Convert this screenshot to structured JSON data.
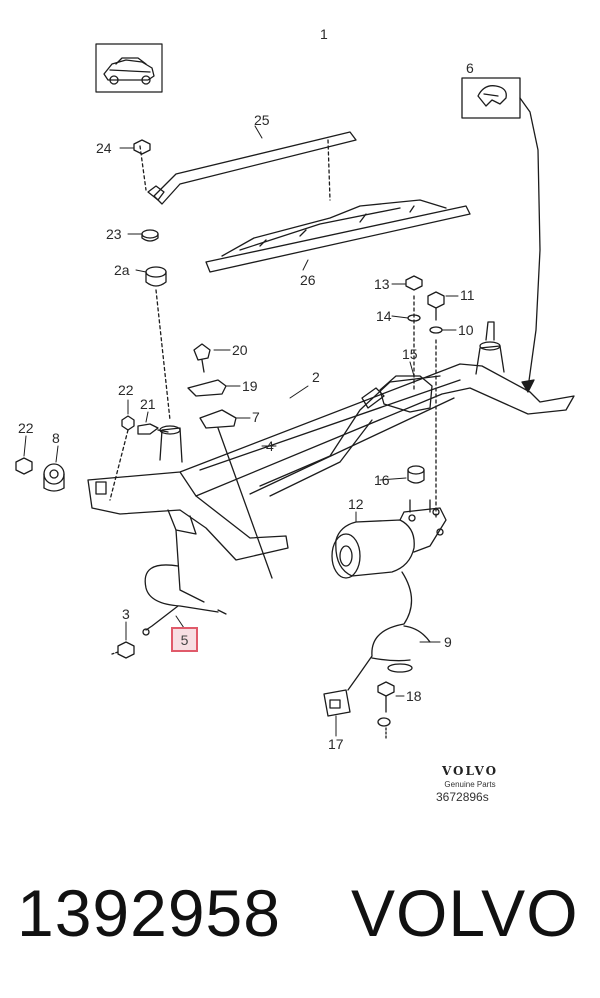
{
  "diagram": {
    "callouts": {
      "c1": "1",
      "c6": "6",
      "c25": "25",
      "c24": "24",
      "c23": "23",
      "c2a": "2a",
      "c26": "26",
      "c13": "13",
      "c11": "11",
      "c14": "14",
      "c10": "10",
      "c20": "20",
      "c15": "15",
      "c2": "2",
      "c19": "19",
      "c22a": "22",
      "c21": "21",
      "c7": "7",
      "c22b": "22",
      "c8": "8",
      "c4": "4",
      "c16": "16",
      "c12": "12",
      "c3": "3",
      "c5": "5",
      "c9": "9",
      "c18": "18",
      "c17": "17"
    },
    "highlighted_callout": "c5",
    "highlight_color": "#e05a6a",
    "brand_name": "VOLVO",
    "brand_sub": "Genuine Parts",
    "figure_code": "3672896s"
  },
  "footer": {
    "part_number": "1392958",
    "manufacturer": "VOLVO"
  }
}
